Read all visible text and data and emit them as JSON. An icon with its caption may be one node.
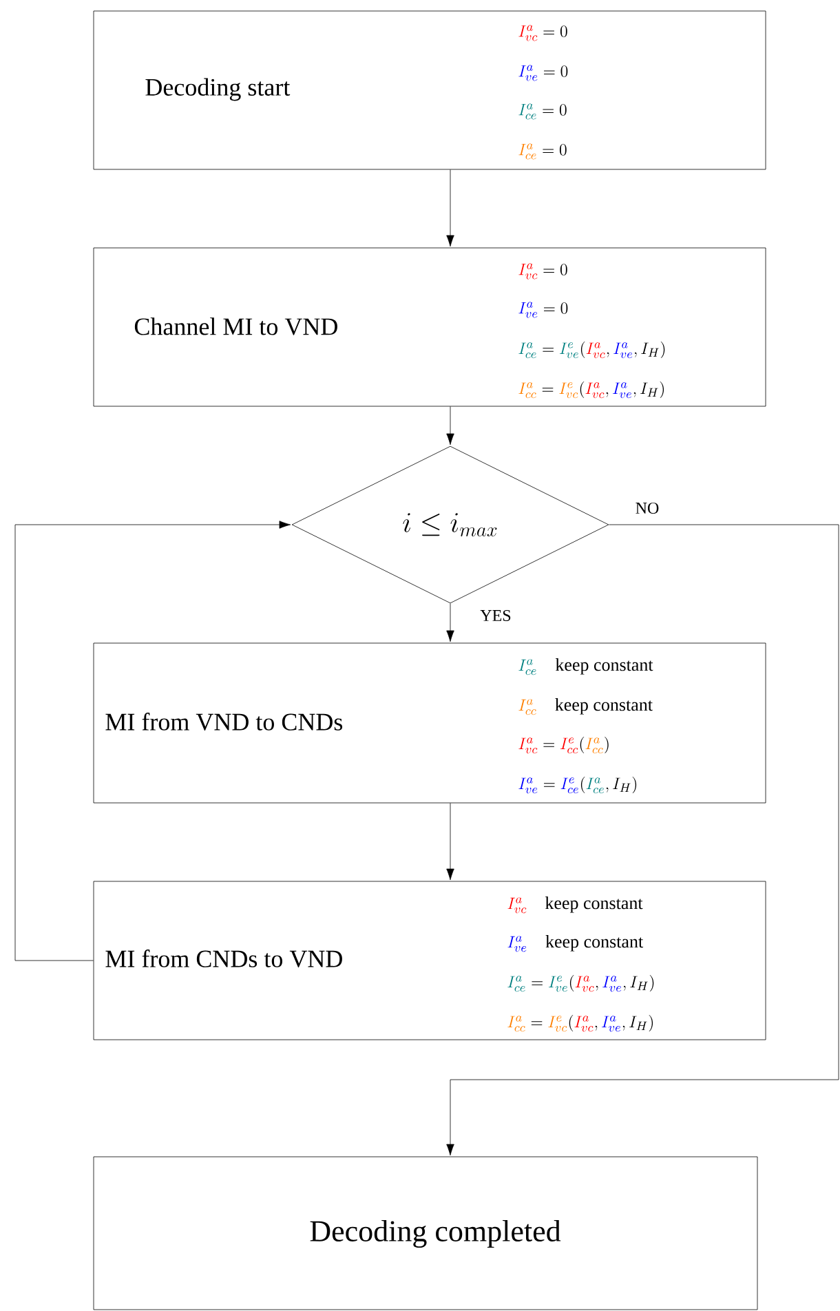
{
  "diagram": {
    "nodes": [
      {
        "text": [
          "Decoding start",
          "\\textcolor{red}{I^{a}_{vc}} = 0",
          "\\textcolor{blue}{I^{a}_{ve}} = 0",
          "\\textcolor{teal}{I^{a}_{ce}} = 0",
          "\\textcolor{orange}{I^{a}_{ce}} = 0"
        ]
      },
      {
        "text": [
          "Channel MI to VND",
          "\\textcolor{red}{I^{a}_{vc}} = 0",
          "\\textcolor{blue}{I^{a}_{ve}} = 0",
          "\\textcolor{teal}{I^{a}_{ce}} = \\textcolor{teal}{I^{e}_{ve}}(\\textcolor{red}{I^{a}_{vc}}, \\textcolor{blue}{I^{a}_{ve}}, I_{H})",
          "\\textcolor{orange}{I^{a}_{cc}} = \\textcolor{orange}{I^{e}_{vc}}(\\textcolor{red}{I^{a}_{vc}}, \\textcolor{blue}{I^{a}_{ve}}, I_{H})"
        ]
      },
      {
        "text": [
          "i \\le i_{max}"
        ]
      },
      {
        "text": [
          "MI from VND to CNDs",
          "\\textcolor{teal}{I^{a}_{ce}}\\quad\\mbox{keep constant}",
          "\\textcolor{orange}{I^{a}_{cc}}\\quad\\mbox{keep constant}",
          "\\textcolor{red}{I^{a}_{vc}} = \\textcolor{red}{I^{e}_{cc}}(\\textcolor{orange}{I^{a}_{cc}})",
          "\\textcolor{blue}{I^{a}_{ve}} = \\textcolor{blue}{I^{e}_{ce}}(\\textcolor{teal}{I^{a}_{ce}}, I_{H})"
        ]
      },
      {
        "text": [
          "MI from CNDs to VND",
          "\\textcolor{red}{I^{a}_{vc}}\\quad\\mbox{keep constant}",
          "\\textcolor{blue}{I^{a}_{ve}}\\quad\\mbox{keep constant}",
          "\\textcolor{teal}{I^{a}_{ce}} = \\textcolor{teal}{I^{e}_{ve}}(\\textcolor{red}{I^{a}_{vc}}, \\textcolor{blue}{I^{a}_{ve}}, I_{H})",
          "\\textcolor{orange}{I^{a}_{cc}} = \\textcolor{orange}{I^{e}_{vc}}(\\textcolor{red}{I^{a}_{vc}}, \\textcolor{blue}{I^{a}_{ve}}, I_{H})"
        ]
      },
      {
        "text": [
          "Decoding completed"
        ]
      }
    ],
    "edges": [
      {
        "from": 0,
        "to": 1,
        "arrow": "to"
      },
      {
        "from": 1,
        "to": 2,
        "arrow": "to"
      },
      {
        "from": 2,
        "to": 3,
        "arrow": "to",
        "label": "YES"
      },
      {
        "from": 3,
        "to": 4,
        "arrow": "to"
      },
      {
        "from": 4,
        "to": 2,
        "arrow": "to"
      },
      {
        "from": 2,
        "to": 5,
        "arrow": "to",
        "label": "NO"
      }
    ]
  }
}
